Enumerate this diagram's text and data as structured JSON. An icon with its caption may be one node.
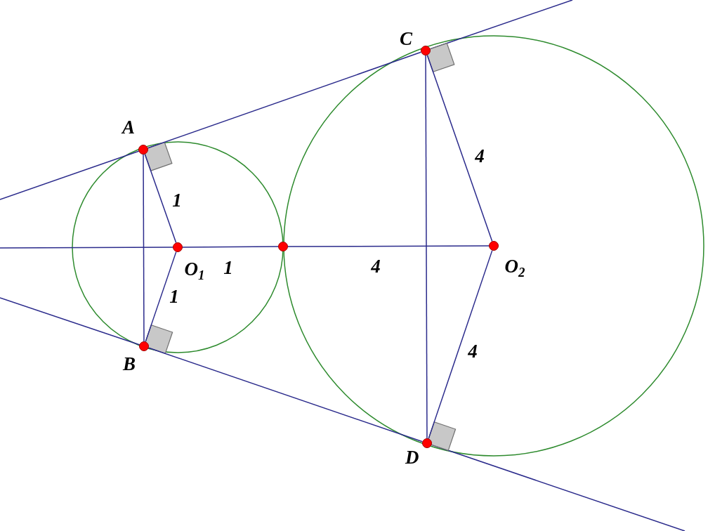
{
  "diagram": {
    "nodes": [
      {
        "text": [
          "A"
        ]
      },
      {
        "text": [
          "B"
        ]
      },
      {
        "text": [
          "C"
        ]
      },
      {
        "text": [
          "D"
        ]
      },
      {
        "text": [
          "O$_{1}$"
        ]
      },
      {
        "text": [
          "O$_{2}$"
        ]
      },
      {
        "text": [],
        "shape": "circle"
      }
    ],
    "edges": [
      {
        "from": 0,
        "to": 1,
        "arrow": "none"
      },
      {
        "from": 0,
        "to": 4,
        "arrow": "none",
        "label": "1"
      },
      {
        "from": 1,
        "to": 4,
        "arrow": "none",
        "label": "1"
      },
      {
        "from": 4,
        "to": 6,
        "arrow": "none",
        "label": "1"
      },
      {
        "from": 6,
        "to": 5,
        "arrow": "none",
        "label": "4"
      },
      {
        "from": 2,
        "to": 5,
        "arrow": "none",
        "label": "4"
      },
      {
        "from": 3,
        "to": 5,
        "arrow": "none",
        "label": "4"
      },
      {
        "from": 2,
        "to": 3,
        "arrow": "none"
      },
      {
        "from": 0,
        "to": 2,
        "arrow": "none"
      },
      {
        "from": 1,
        "to": 3,
        "arrow": "none"
      }
    ]
  }
}
